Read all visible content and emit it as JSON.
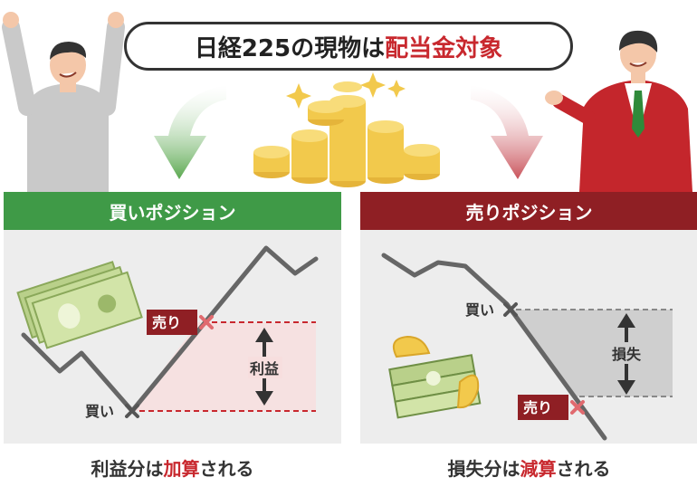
{
  "title": {
    "prefix": "日経225の現物は",
    "highlight": "配当金対象"
  },
  "long_panel": {
    "header": "買いポジション",
    "sell_label": "売り",
    "buy_label": "買い",
    "profit_label": "利益",
    "caption_prefix": "利益分は",
    "caption_highlight": "加算",
    "caption_suffix": "される"
  },
  "short_panel": {
    "header": "売りポジション",
    "buy_label": "買い",
    "sell_label": "売り",
    "loss_label": "損失",
    "caption_prefix": "損失分は",
    "caption_highlight": "減算",
    "caption_suffix": "される"
  },
  "colors": {
    "green": "#3f9a47",
    "dark_red": "#8f1f24",
    "accent_red": "#c8282e",
    "coin_gold": "#f2c94c"
  }
}
